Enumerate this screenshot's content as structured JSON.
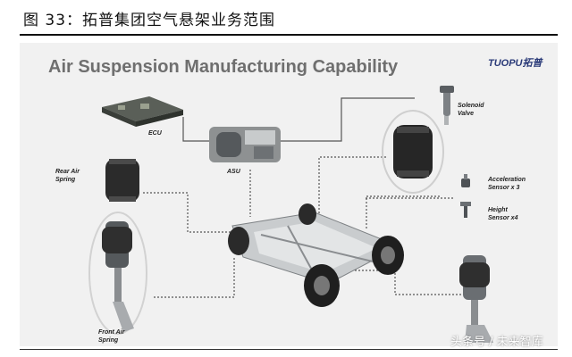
{
  "caption": "图 33：拓普集团空气悬架业务范围",
  "panel": {
    "title": "Air Suspension Manufacturing Capability",
    "logo": "TUOPU拓普",
    "watermark": "头条号 / 未来智库"
  },
  "components": {
    "ecu": "ECU",
    "asu": "ASU",
    "solenoid_valve": [
      "Solenoid",
      "Valve"
    ],
    "rear_air_spring": [
      "Rear Air",
      "Spring"
    ],
    "acceleration_sensor": [
      "Acceleration",
      "Sensor x 3"
    ],
    "height_sensor": [
      "Height",
      "Sensor x4"
    ],
    "front_air_spring": [
      "Front Air",
      "Spring"
    ]
  },
  "colors": {
    "panel_bg": "#f1f1f1",
    "title": "#6f6f6f",
    "logo": "#2a3a78",
    "connector": "#555555"
  }
}
